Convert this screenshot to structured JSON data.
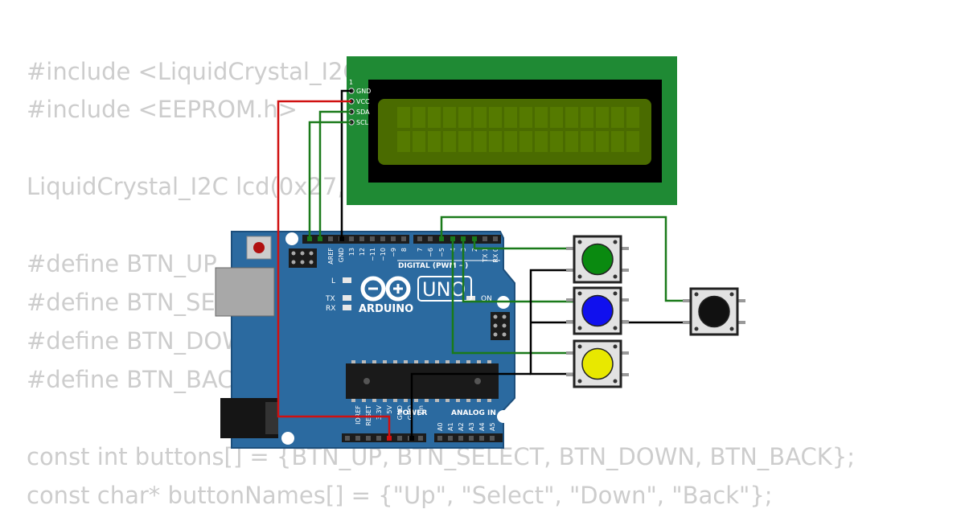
{
  "code_lines": [
    "#include <LiquidCrystal_I2C.h>",
    "#include <EEPROM.h>",
    "",
    "LiquidCrystal_I2C lcd(0x27, 16, 2);",
    "",
    "#define BTN_UP",
    "#define BTN_SELECT",
    "#define BTN_DOWN",
    "#define BTN_BACK",
    "",
    "const int buttons[] = {BTN_UP, BTN_SELECT, BTN_DOWN, BTN_BACK};",
    "const char* buttonNames[] = {\"Up\", \"Select\", \"Down\", \"Back\"};"
  ],
  "lcd": {
    "pins": [
      "GND",
      "VCC",
      "SDA",
      "SCL"
    ],
    "pin1_label": "1",
    "screen_color": "#4a6b00",
    "pcb_color": "#1f8a34"
  },
  "arduino": {
    "brand": "ARDUINO",
    "model": "UNO",
    "digital_label": "DIGITAL (PWM ~)",
    "power_label": "POWER",
    "analog_label": "ANALOG IN",
    "on_label": "ON",
    "led_labels": [
      "L",
      "TX",
      "RX"
    ],
    "top_pin_labels_left": [
      "AREF",
      "GND",
      "13",
      "12",
      "~11",
      "~10",
      "~9",
      "8"
    ],
    "top_pin_labels_right": [
      "7",
      "~6",
      "~5",
      "4",
      "~3",
      "2",
      "TX 1",
      "RX 0"
    ],
    "power_pin_labels": [
      "IOREF",
      "RESET",
      "3.3V",
      "5V",
      "GND",
      "GND",
      "Vin"
    ],
    "analog_pin_labels": [
      "A0",
      "A1",
      "A2",
      "A3",
      "A4",
      "A5"
    ],
    "board_color": "#2b6aa0"
  },
  "buttons": [
    {
      "name": "green-button",
      "color": "#0a8a10"
    },
    {
      "name": "blue-button",
      "color": "#1010ee"
    },
    {
      "name": "yellow-button",
      "color": "#e8e800"
    },
    {
      "name": "black-button",
      "color": "#111111"
    }
  ],
  "wire_colors": {
    "power": "#d01010",
    "ground": "#000000",
    "signal": "#1a7a1a"
  }
}
